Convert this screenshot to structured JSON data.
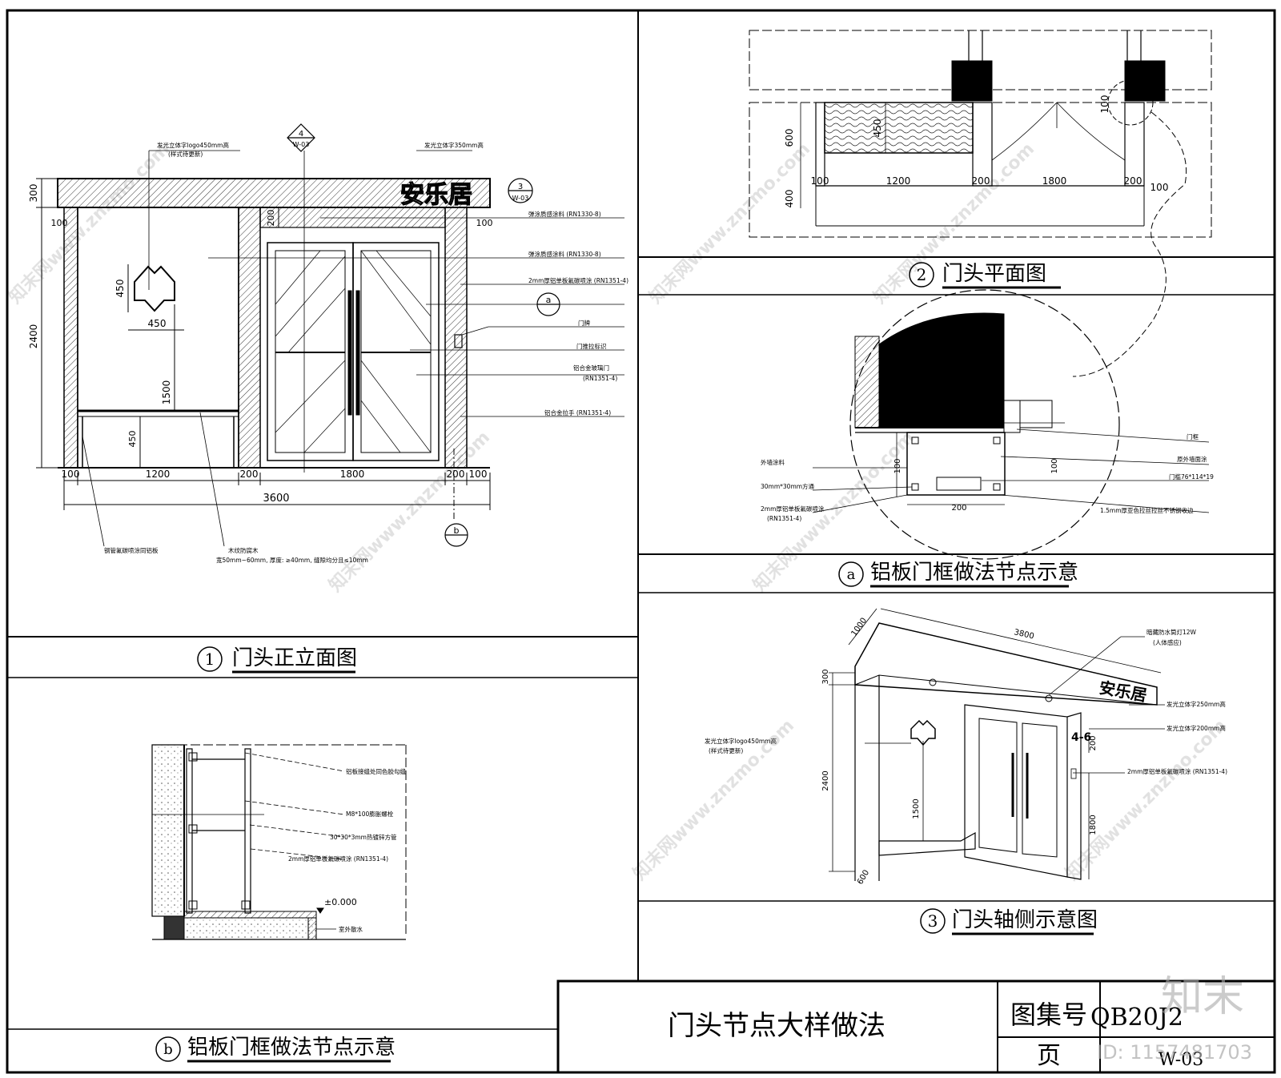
{
  "sheet": {
    "sheet_title": "门头节点大样做法",
    "atlas_label": "图集号",
    "atlas_number": "QB20J2",
    "page_label": "页",
    "page_number": "W-03"
  },
  "watermark": {
    "site_text": "知末网www.znzmo.com",
    "brand": "知末",
    "id_text": "ID: 1157481703"
  },
  "views": {
    "elevation": {
      "index": "1",
      "title": "门头正立面图"
    },
    "plan": {
      "index": "2",
      "title": "门头平面图"
    },
    "node_a": {
      "index": "a",
      "title": "铝板门框做法节点示意"
    },
    "axon": {
      "index": "3",
      "title": "门头轴侧示意图"
    },
    "node_b": {
      "index": "b",
      "title": "铝板门框做法节点示意"
    }
  },
  "elevation": {
    "sign_text": "安乐居",
    "callout_4_top": "4",
    "callout_4_bottom": "W-03",
    "callout_3_top": "3",
    "callout_3_bottom": "W-03",
    "callout_a": "a",
    "callout_b": "b",
    "dims": {
      "h300": "300",
      "h2400": "2400",
      "h100": "100",
      "h100r": "100",
      "h200": "200",
      "h450a": "450",
      "h1500": "1500",
      "h450b": "450",
      "w450": "450",
      "w100": "100",
      "w1200": "1200",
      "w200": "200",
      "w1800": "1800",
      "w200b": "200",
      "w100b": "100",
      "w3600": "3600"
    },
    "notes": {
      "logo": "发光立体字logo450mm高",
      "logo_sub": "(样式待更新)",
      "sign": "发光立体字350mm高",
      "n1": "弹涂质感涂料 (RN1330-8)",
      "n2": "弹涂质感涂料 (RN1330-8)",
      "n3": "2mm厚铝单板氟碳喷涂 (RN1351-4)",
      "n4": "门牌",
      "n5": "门推拉标识",
      "n6": "铝合金玻璃门",
      "n6_sub": "(RN1351-4)",
      "n7": "铝合金拉手 (RN1351-4)",
      "n8": "钢管氟碳喷涂同铝板",
      "n9": "木纹防腐木",
      "n9_sub": "宽50mm~60mm, 厚度: ≥40mm, 缝隙均分且≤10mm"
    }
  },
  "plan": {
    "dims": {
      "v600": "600",
      "v450": "450",
      "v400": "400",
      "v100": "100",
      "d100a": "100",
      "d1200": "1200",
      "d200a": "200",
      "d1800": "1800",
      "d200b": "200",
      "d100b": "100"
    }
  },
  "node_a": {
    "dims": {
      "v100a": "100",
      "v100b": "100",
      "w200": "200"
    },
    "notes": {
      "n1": "外墙涂料",
      "n2": "30mm*30mm方通",
      "n3": "2mm厚铝单板氟碳喷涂",
      "n3_sub": "(RN1351-4)",
      "n4": "门框",
      "n5": "原外墙面涂",
      "n6": "门槛76*114*19",
      "n7": "1.5mm厚亚色拉丝拉丝不锈钢收边"
    }
  },
  "axon": {
    "sign_text": "安乐居",
    "house_no": "4-6",
    "dims": {
      "d3800": "3800",
      "d1000": "1000",
      "d300": "300",
      "d2400": "2400",
      "d1500": "1500",
      "d600": "600",
      "d200": "200",
      "d1800": "1800"
    },
    "notes": {
      "n1": "暗藏防水筒灯12W",
      "n1_sub": "(人体感应)",
      "n2": "发光立体字250mm高",
      "n3": "发光立体字200mm高",
      "n4": "2mm厚铝单板氟碳喷涂 (RN1351-4)",
      "n5": "发光立体字logo450mm高",
      "n5_sub": "(样式待更新)"
    }
  },
  "node_b": {
    "level": "±0.000",
    "notes": {
      "n1": "铝板接缝处同色胶勾缝",
      "n2": "M8*100膨胀螺栓",
      "n3": "30*30*3mm热镀锌方管",
      "n4": "2mm厚铝单板氟碳喷涂 (RN1351-4)",
      "n5": "室外散水"
    }
  }
}
